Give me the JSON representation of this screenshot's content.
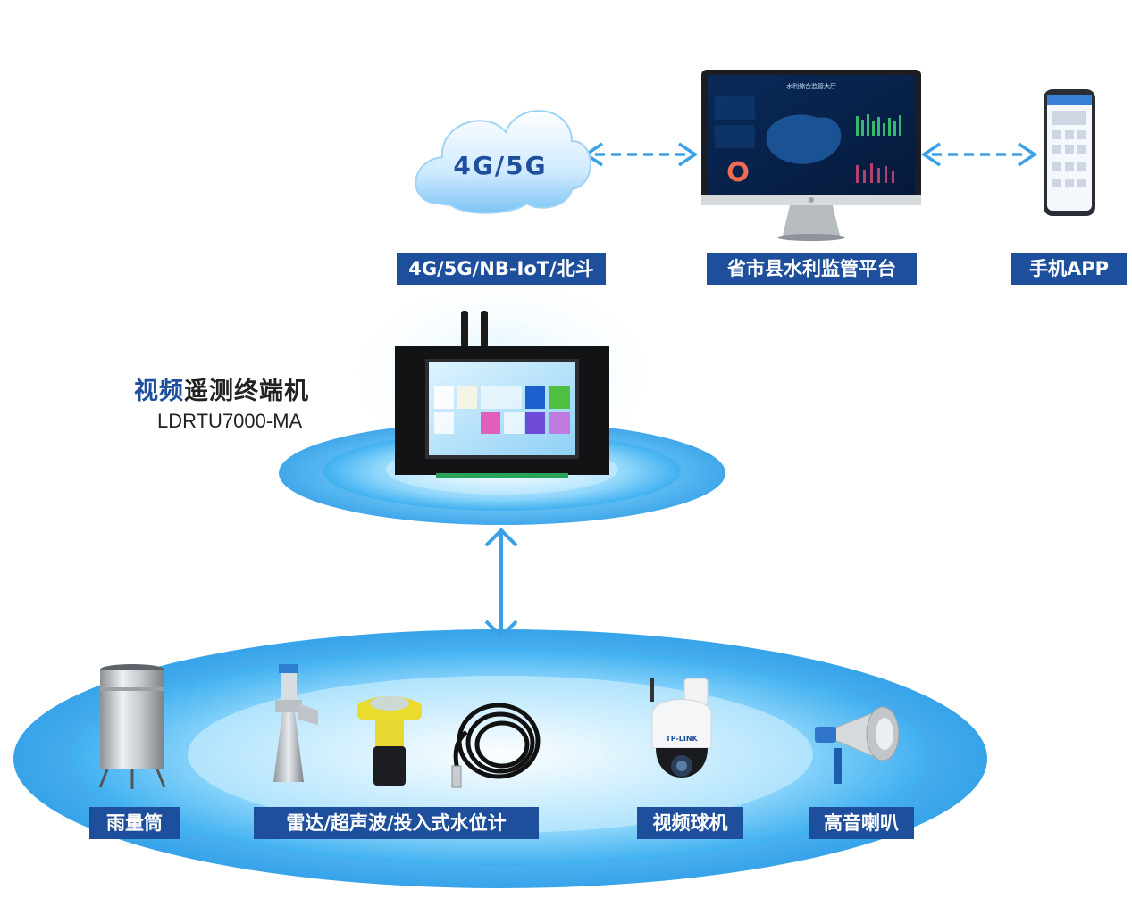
{
  "labels": {
    "network": "4G/5G/NB-IoT/北斗",
    "platform": "省市县水利监管平台",
    "app": "手机APP",
    "rain_gauge": "雨量筒",
    "level_meters": "雷达/超声波/投入式水位计",
    "camera": "视频球机",
    "speaker": "高音喇叭"
  },
  "cloud": {
    "text": "4G/5G"
  },
  "terminal": {
    "name_highlight": "视频",
    "name_rest": "遥测终端机",
    "model": "LDRTU7000-MA"
  },
  "monitor": {
    "screen_title": "水利综合监管大厅"
  },
  "camera": {
    "brand": "TP-LINK"
  },
  "colors": {
    "accent": "#1e4f9c",
    "arrow": "#3aa0e8",
    "halo": "#2c9ee8"
  },
  "icons": [
    "cloud-icon",
    "monitor-icon",
    "phone-icon",
    "terminal-device-icon",
    "rain-gauge-icon",
    "radar-level-icon",
    "ultrasonic-level-icon",
    "pressure-sensor-icon",
    "dome-camera-icon",
    "horn-speaker-icon"
  ]
}
